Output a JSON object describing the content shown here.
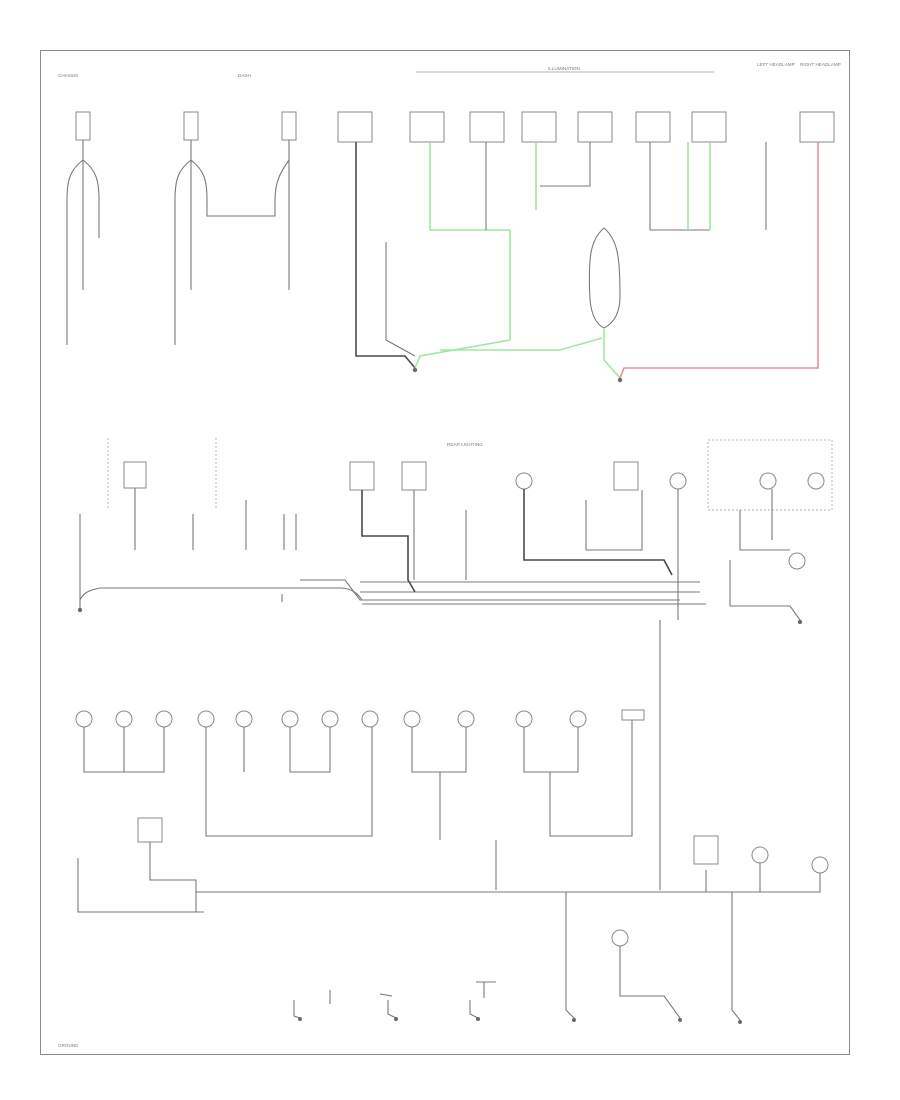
{
  "labels": {
    "corner_tl": "CHASSIS",
    "dash": "DASH",
    "header_mid": "ILLUMINATION",
    "header_r1": "LEFT HEADLAMP",
    "header_r2": "RIGHT HEADLAMP",
    "section_mid": "REAR LIGHTING",
    "footer": "GROUND"
  }
}
